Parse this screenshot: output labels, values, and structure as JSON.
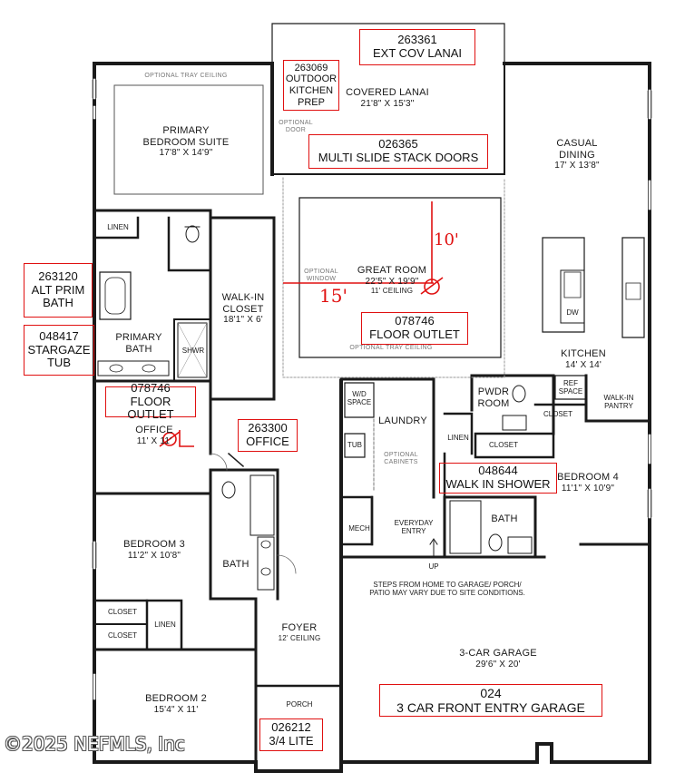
{
  "rooms": {
    "primary_suite": {
      "name": "PRIMARY\nBEDROOM SUITE",
      "dim": "17'8\" X 14'9\""
    },
    "covered_lanai": {
      "name": "COVERED LANAI",
      "dim": "21'8\" X 15'3\""
    },
    "casual_dining": {
      "name": "CASUAL\nDINING",
      "dim": "17' X 13'8\""
    },
    "great_room": {
      "name": "GREAT ROOM",
      "dim": "22'5\" X 19'9\"",
      "ceiling": "11' CEILING"
    },
    "walk_in_closet": {
      "name": "WALK-IN\nCLOSET",
      "dim": "18'1\" X 6'"
    },
    "primary_bath": {
      "name": "PRIMARY\nBATH"
    },
    "kitchen": {
      "name": "KITCHEN",
      "dim": "14' X 14'"
    },
    "office": {
      "name": "OFFICE",
      "dim": "11' X 11'"
    },
    "laundry": {
      "name": "LAUNDRY"
    },
    "pwdr_room": {
      "name": "PWDR\nROOM"
    },
    "bedroom4": {
      "name": "BEDROOM 4",
      "dim": "11'1\" X 10'9\""
    },
    "bedroom3": {
      "name": "BEDROOM 3",
      "dim": "11'2\" X 10'8\""
    },
    "bath_mid": {
      "name": "BATH"
    },
    "bath_right": {
      "name": "BATH"
    },
    "mech": {
      "name": "MECH"
    },
    "everyday_entry": {
      "name": "EVERYDAY\nENTRY"
    },
    "foyer": {
      "name": "FOYER",
      "ceiling": "12' CEILING"
    },
    "garage": {
      "name": "3-CAR GARAGE",
      "dim": "29'6\" X 20'"
    },
    "bedroom2": {
      "name": "BEDROOM 2",
      "dim": "15'4\" X 11'"
    },
    "porch": {
      "name": "PORCH"
    }
  },
  "small_labels": {
    "linen_top": "LINEN",
    "linen_right": "LINEN",
    "linen_mid": "LINEN",
    "closet_pwdr": "CLOSET",
    "closet_bed4": "CLOSET",
    "closet_b3": "CLOSET",
    "closet_b2": "CLOSET",
    "shwr": "SHWR",
    "dw": "DW",
    "ref_space": "REF\nSPACE",
    "walkin_pantry": "WALK-IN\nPANTRY",
    "wd_space": "W/D\nSPACE",
    "tub": "TUB",
    "optional_cabinets": "OPTIONAL\nCABINETS",
    "up": "UP",
    "optional_door": "OPTIONAL\nDOOR",
    "optional_window": "OPTIONAL\nWINDOW"
  },
  "tray_labels": {
    "primary": "OPTIONAL TRAY CEILING",
    "great": "OPTIONAL TRAY CEILING"
  },
  "notes": {
    "steps": "STEPS FROM HOME TO GARAGE/ PORCH/\nPATIO MAY VARY DUE TO SITE CONDITIONS."
  },
  "callouts": {
    "ext_cov_lanai": {
      "code": "263361",
      "label": "EXT COV LANAI"
    },
    "outdoor_kitchen": {
      "code": "263069",
      "label": "OUTDOOR\nKITCHEN\nPREP"
    },
    "multi_slide": {
      "code": "026365",
      "label": "MULTI SLIDE STACK DOORS"
    },
    "alt_prim_bath": {
      "code": "263120",
      "label": "ALT PRIM\nBATH"
    },
    "stargaze_tub": {
      "code": "048417",
      "label": "STARGAZE\nTUB"
    },
    "floor_outlet_great": {
      "code": "078746",
      "label": "FLOOR OUTLET"
    },
    "floor_outlet_office": {
      "code": "078746",
      "label": "FLOOR OUTLET"
    },
    "office": {
      "code": "263300",
      "label": "OFFICE"
    },
    "walk_in_shower": {
      "code": "048644",
      "label": "WALK IN SHOWER"
    },
    "garage": {
      "code": "024",
      "label": "3 CAR FRONT ENTRY GARAGE"
    },
    "lite": {
      "code": "026212",
      "label": "3/4 LITE"
    }
  },
  "handwritten": {
    "ten": "10'",
    "fifteen": "15'"
  },
  "watermark": "©2025 NEFMLS, Inc",
  "colors": {
    "markup": "#e01010",
    "walls": "#1a1a1a"
  }
}
